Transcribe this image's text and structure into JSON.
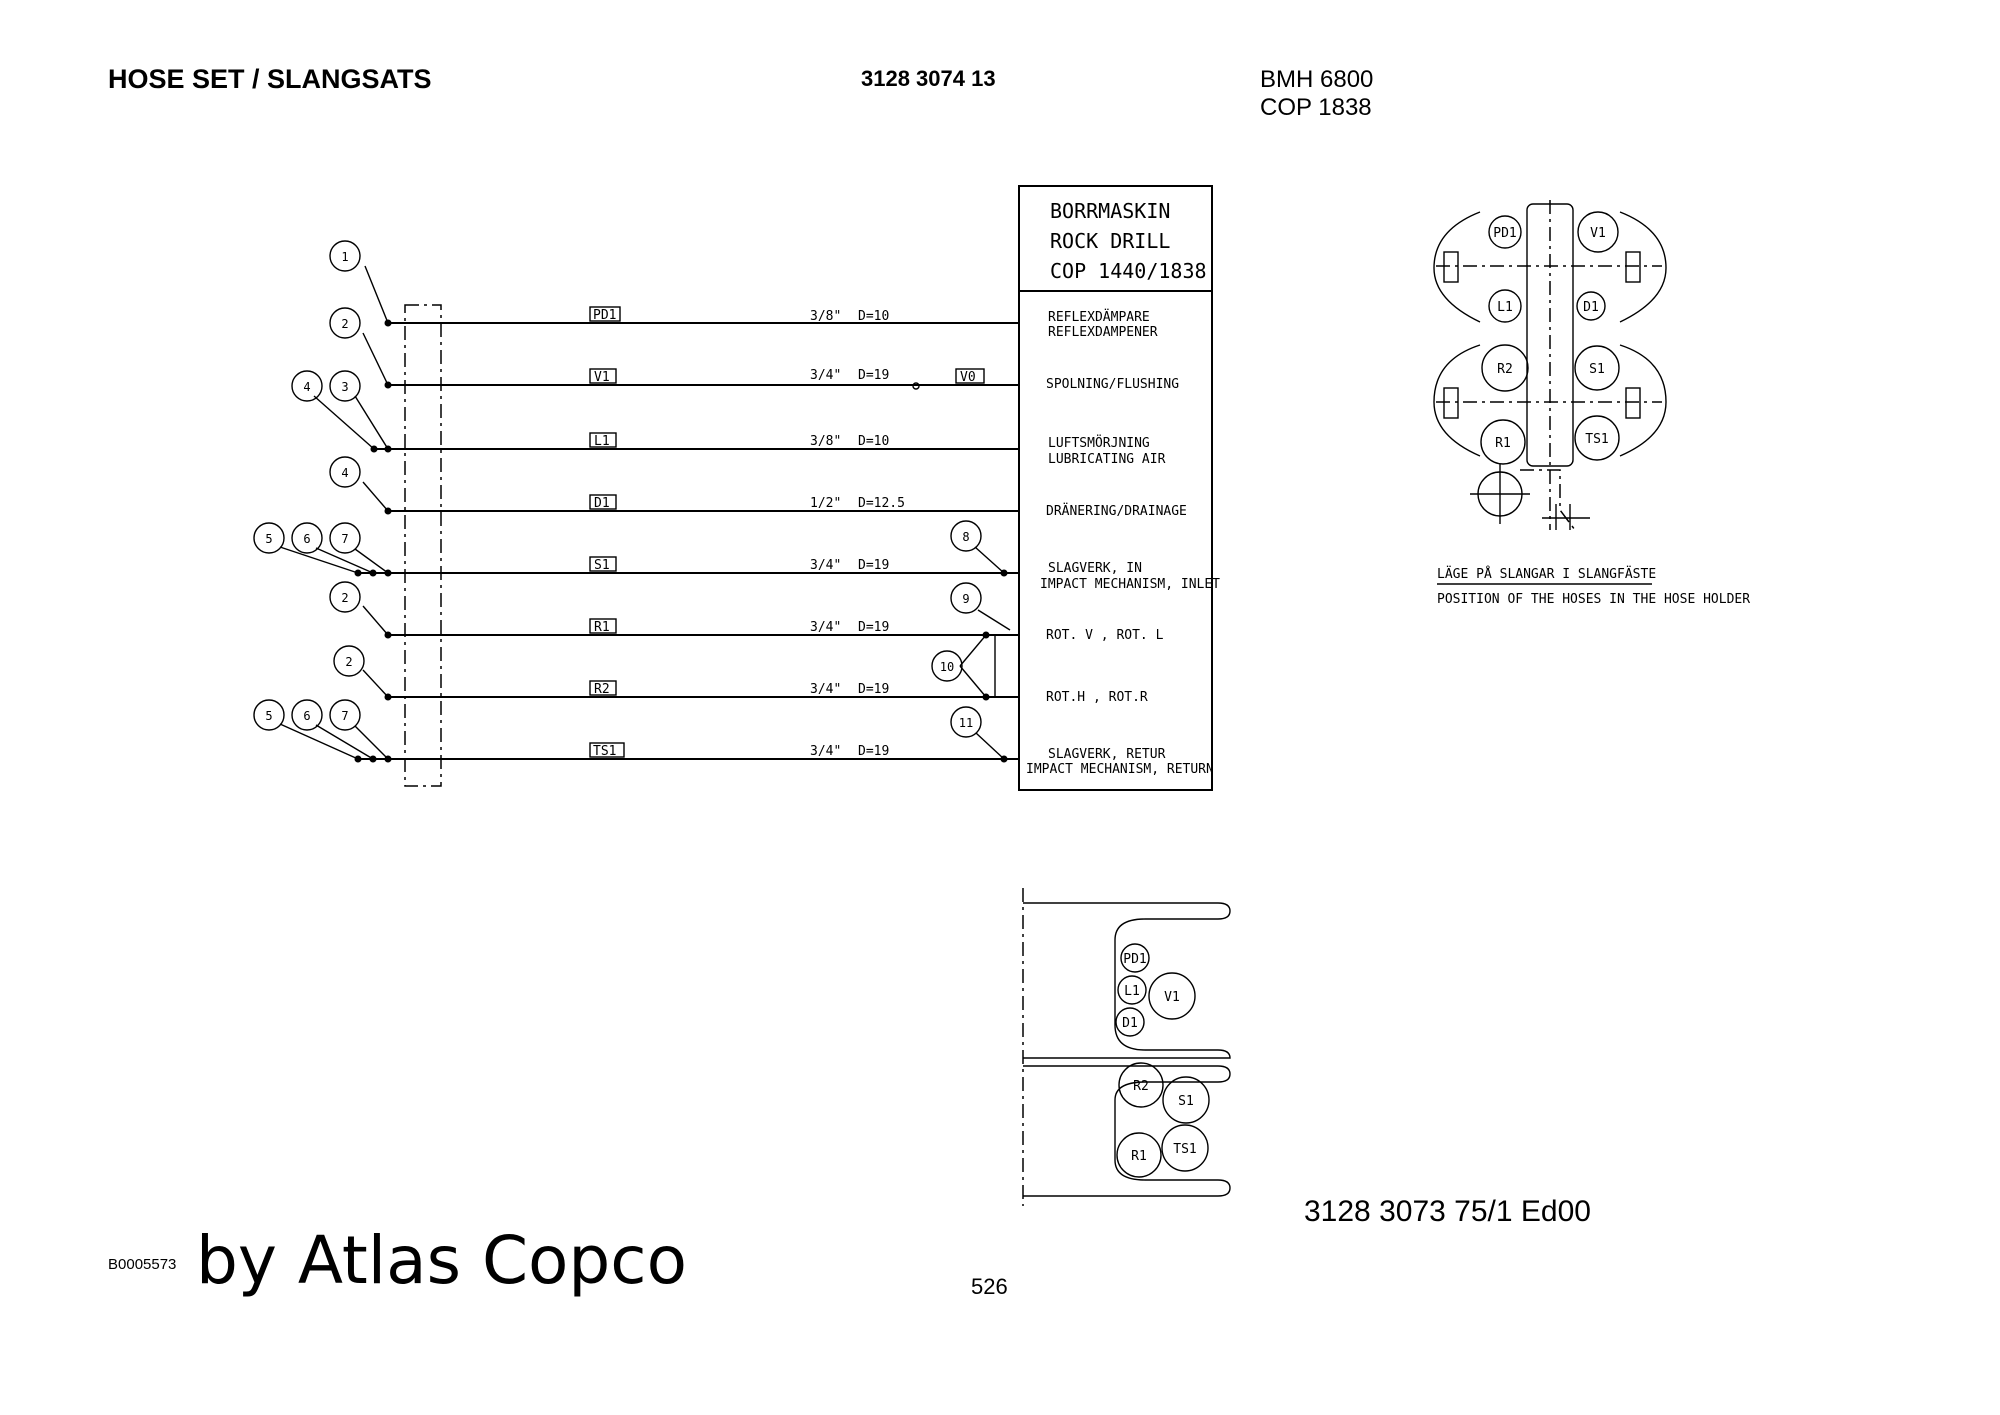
{
  "header": {
    "title": "HOSE SET / SLANGSATS",
    "part_number": "3128 3074 13",
    "model_line1": "BMH 6800",
    "model_line2": "COP 1838"
  },
  "rock_drill_box": {
    "line1": "BORRMASKIN",
    "line2": "ROCK DRILL",
    "line3": "COP 1440/1838"
  },
  "hoses": [
    {
      "code": "PD1",
      "size": "3/8\"",
      "dia": "D=10",
      "func1": "REFLEXDÄMPARE",
      "func2": "REFLEXDAMPENER"
    },
    {
      "code": "V1",
      "size": "3/4\"",
      "dia": "D=19",
      "func1": "SPOLNING/FLUSHING",
      "func2": "",
      "extra": "V0"
    },
    {
      "code": "L1",
      "size": "3/8\"",
      "dia": "D=10",
      "func1": "LUFTSMÖRJNING",
      "func2": "LUBRICATING AIR"
    },
    {
      "code": "D1",
      "size": "1/2\"",
      "dia": "D=12.5",
      "func1": "DRÄNERING/DRAINAGE",
      "func2": ""
    },
    {
      "code": "S1",
      "size": "3/4\"",
      "dia": "D=19",
      "func1": "SLAGVERK, IN",
      "func2": "IMPACT MECHANISM, INLET"
    },
    {
      "code": "R1",
      "size": "3/4\"",
      "dia": "D=19",
      "func1": "ROT. V , ROT. L",
      "func2": ""
    },
    {
      "code": "R2",
      "size": "3/4\"",
      "dia": "D=19",
      "func1": "ROT.H , ROT.R",
      "func2": ""
    },
    {
      "code": "TS1",
      "size": "3/4\"",
      "dia": "D=19",
      "func1": "SLAGVERK, RETUR",
      "func2": "IMPACT MECHANISM, RETURN"
    }
  ],
  "callouts": {
    "row_pd1": [
      "1"
    ],
    "row_v1": [
      "2"
    ],
    "row_l1": [
      "4",
      "3"
    ],
    "row_d1": [
      "4"
    ],
    "row_s1": [
      "5",
      "6",
      "7"
    ],
    "row_r1": [
      "2"
    ],
    "row_r2": [
      "2"
    ],
    "row_ts1": [
      "5",
      "6",
      "7"
    ],
    "right_s1": "8",
    "right_r1": "9",
    "right_r1r2": "10",
    "right_ts1": "11"
  },
  "hose_holder": {
    "labels": [
      "PD1",
      "V1",
      "L1",
      "D1",
      "R2",
      "S1",
      "R1",
      "TS1"
    ],
    "caption_sv": "LÄGE PÅ SLANGAR I SLANGFÄSTE",
    "caption_en": "POSITION OF THE HOSES IN THE HOSE HOLDER"
  },
  "clamp_view": {
    "labels": [
      "PD1",
      "L1",
      "V1",
      "D1",
      "R2",
      "S1",
      "R1",
      "TS1"
    ]
  },
  "footer": {
    "drawing_ref": "3128 3073 75/1  Ed00",
    "image_code": "B0005573",
    "brand": "by Atlas Copco",
    "page_number": "526"
  }
}
